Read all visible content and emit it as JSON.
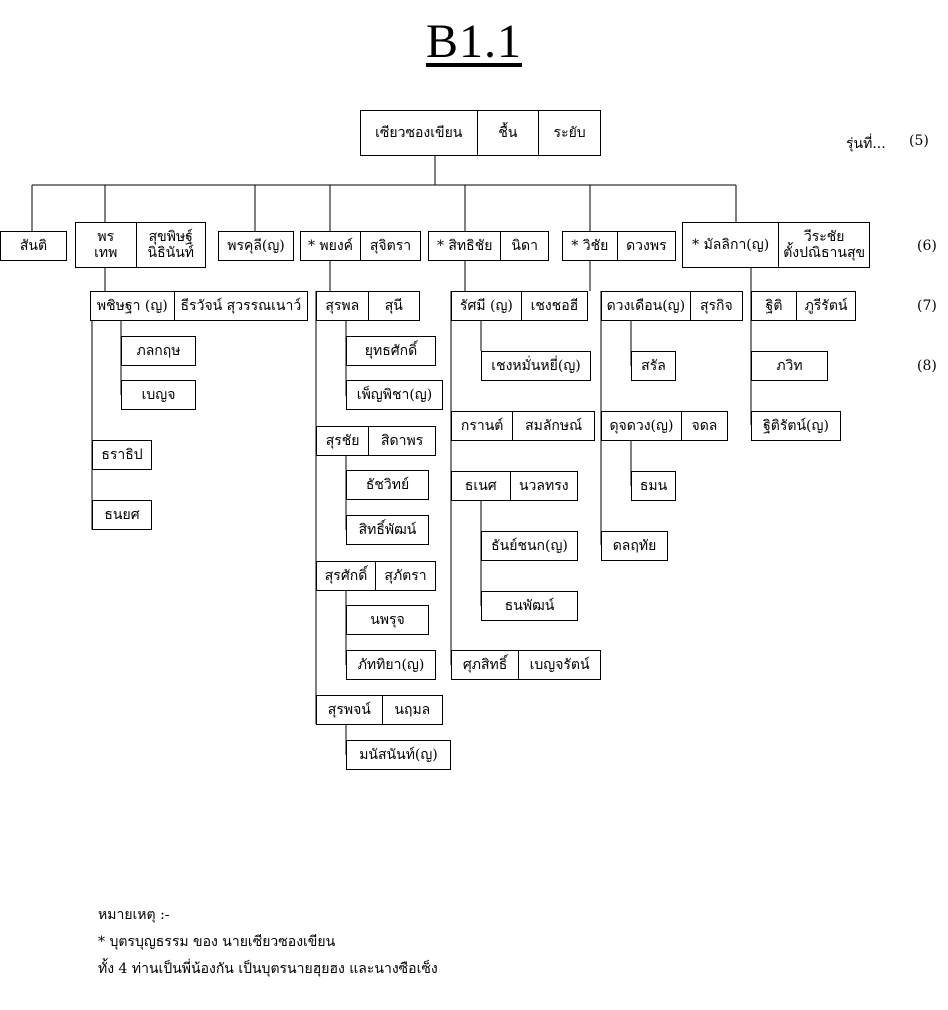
{
  "title": "B1.1",
  "generation_label": "รุ่นที่...",
  "generations": [
    "(5)",
    "(6)",
    "(7)",
    "(8)"
  ],
  "people": {
    "root": {
      "cells": [
        "เซียวซองเขียน",
        "ชื้น",
        "ระยับ"
      ]
    },
    "santi": {
      "cells": [
        "สันติ"
      ]
    },
    "porntep": {
      "cells": [
        "พร\nเทพ",
        "สุขพิษฐ์\nนิธินันท์"
      ]
    },
    "pornkuli": {
      "cells": [
        "พรคุลี(ญ)"
      ]
    },
    "payong": {
      "cells": [
        "* พยงค์",
        "สุจิตรา"
      ]
    },
    "sitthichai": {
      "cells": [
        "* สิทธิชัย",
        "นิดา"
      ]
    },
    "wichai": {
      "cells": [
        "* วิชัย",
        "ดวงพร"
      ]
    },
    "mallika": {
      "cells": [
        "* มัลลิกา(ญ)",
        "วีระชัย\nตั้งปณิธานสุข"
      ]
    },
    "pichittha": {
      "cells": [
        "พชิษฐา (ญ)",
        "ธีรวัจน์ สุวรรณเนาว์"
      ]
    },
    "pholakrit": {
      "cells": [
        "ภลกฤษ"
      ]
    },
    "benyot": {
      "cells": [
        "เบญจ"
      ]
    },
    "tharathip": {
      "cells": [
        "ธราธิป"
      ]
    },
    "thanayot": {
      "cells": [
        "ธนยศ"
      ]
    },
    "suphon": {
      "cells": [
        "สุรพล",
        "สุนี"
      ]
    },
    "yutthasak": {
      "cells": [
        "ยุทธศักดิ์"
      ]
    },
    "phenpicha": {
      "cells": [
        "เพ็ญพิชา(ญ)"
      ]
    },
    "surachai": {
      "cells": [
        "สุรชัย",
        "สิดาพร"
      ]
    },
    "thatchawit": {
      "cells": [
        "ธัชวิทย์"
      ]
    },
    "sitthiphat": {
      "cells": [
        "สิทธิ์พัฒน์"
      ]
    },
    "surasak": {
      "cells": [
        "สุรศักดิ์",
        "สุภัตรา"
      ]
    },
    "nopphot": {
      "cells": [
        "นพรุจ"
      ]
    },
    "phatthiya": {
      "cells": [
        "ภัททิยา(ญ)"
      ]
    },
    "suraphon": {
      "cells": [
        "สุรพจน์",
        "นฤมล"
      ]
    },
    "manasanan": {
      "cells": [
        "มนัสนันท์(ญ)"
      ]
    },
    "ratmi": {
      "cells": [
        "รัศมี (ญ)",
        "เชงชอฮี"
      ]
    },
    "chengmuni": {
      "cells": [
        "เชงหมั่นหยี่(ญ)"
      ]
    },
    "kran": {
      "cells": [
        "กรานต์",
        "สมลักษณ์"
      ]
    },
    "thanet": {
      "cells": [
        "ธเนศ",
        "นวลทรง"
      ]
    },
    "thanchanok": {
      "cells": [
        "ธันย์ชนก(ญ)"
      ]
    },
    "thanaphat": {
      "cells": [
        "ธนพัฒน์"
      ]
    },
    "suphasit": {
      "cells": [
        "ศุภสิทธิ์",
        "เบญจรัตน์"
      ]
    },
    "duangduean": {
      "cells": [
        "ดวงเดือน(ญ)",
        "สุรกิจ"
      ]
    },
    "saran": {
      "cells": [
        "สรัล"
      ]
    },
    "dujduang": {
      "cells": [
        "ดุจดวง(ญ)",
        "จดล"
      ]
    },
    "thamon": {
      "cells": [
        "ธมน"
      ]
    },
    "donlathai": {
      "cells": [
        "ดลฤทัย"
      ]
    },
    "thiti": {
      "cells": [
        "ฐิติ",
        "ภูรีรัตน์"
      ]
    },
    "phawit": {
      "cells": [
        "ภวิท"
      ]
    },
    "thitirat": {
      "cells": [
        "ฐิติรัตน์(ญ)"
      ]
    }
  },
  "notes": [
    "หมายเหตุ :-",
    "* บุตรบุญธรรม ของ นายเซียวซองเขียน",
    "ทั้ง 4 ท่านเป็นพี่น้องกัน เป็นบุตรนายฮุยฮง และนางซือเซ็ง"
  ]
}
